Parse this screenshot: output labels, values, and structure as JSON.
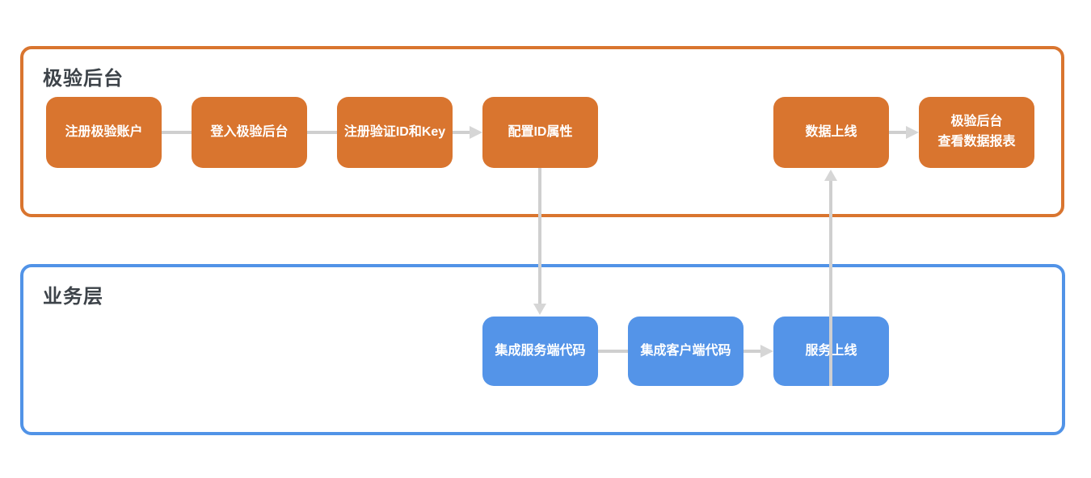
{
  "diagram": {
    "colors": {
      "backend_accent": "#D9752F",
      "business_accent": "#5494E8",
      "connector": "#CFCFCF",
      "arrowhead": "#D6D6D6",
      "title_text": "#3D4349",
      "node_text": "#FFFFFF",
      "background": "#FFFFFF"
    },
    "backend_section": {
      "title": "极验后台",
      "nodes": [
        {
          "label": "注册极验账户"
        },
        {
          "label": "登入极验后台"
        },
        {
          "label": "注册验证ID和Key"
        },
        {
          "label": "配置ID属性"
        },
        {
          "label": "数据上线"
        },
        {
          "label": "极验后台\n查看数据报表"
        }
      ]
    },
    "business_section": {
      "title": "业务层",
      "nodes": [
        {
          "label": "集成服务端代码"
        },
        {
          "label": "集成客户端代码"
        },
        {
          "label": "服务上线"
        }
      ]
    },
    "edges": [
      {
        "from": "注册极验账户",
        "to": "登入极验后台",
        "style": "line"
      },
      {
        "from": "登入极验后台",
        "to": "注册验证ID和Key",
        "style": "line"
      },
      {
        "from": "注册验证ID和Key",
        "to": "配置ID属性",
        "style": "arrow"
      },
      {
        "from": "配置ID属性",
        "to": "集成服务端代码",
        "style": "arrow-down"
      },
      {
        "from": "集成服务端代码",
        "to": "集成客户端代码",
        "style": "line"
      },
      {
        "from": "集成客户端代码",
        "to": "服务上线",
        "style": "arrow"
      },
      {
        "from": "服务上线",
        "to": "数据上线",
        "style": "arrow-up"
      },
      {
        "from": "数据上线",
        "to": "极验后台 查看数据报表",
        "style": "arrow"
      }
    ]
  }
}
